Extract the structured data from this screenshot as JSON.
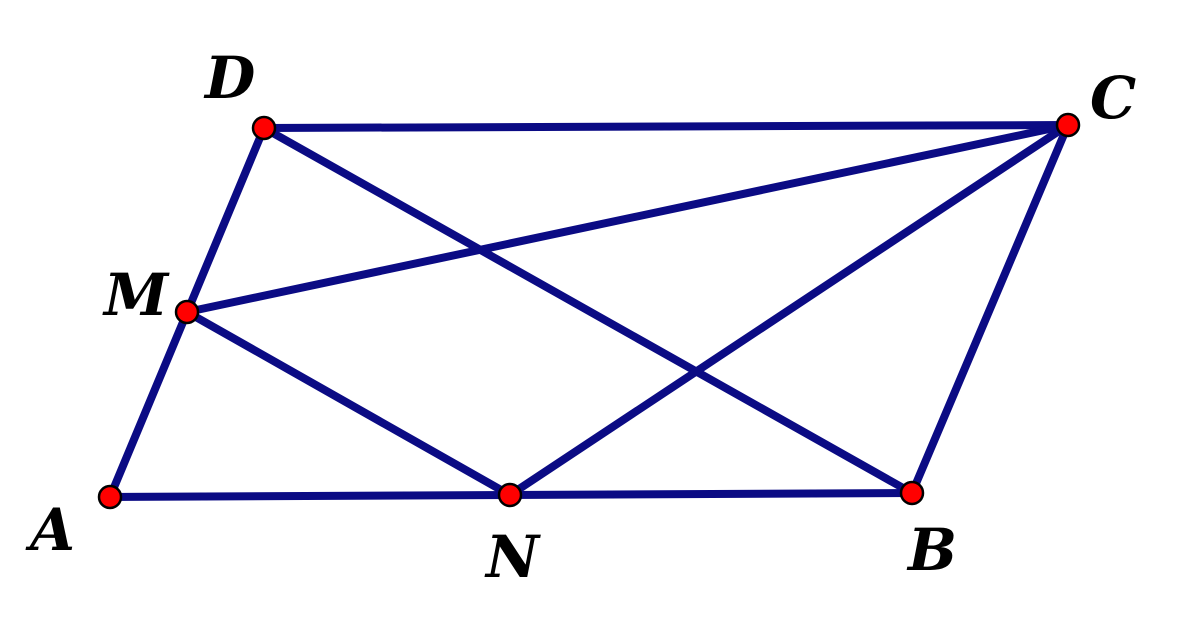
{
  "figure": {
    "line_color": "#0b0b84",
    "point_color": "#ff0000",
    "label_color": "#000000",
    "points": {
      "A": {
        "label": "A"
      },
      "B": {
        "label": "B"
      },
      "C": {
        "label": "C"
      },
      "D": {
        "label": "D"
      },
      "M": {
        "label": "M"
      },
      "N": {
        "label": "N"
      }
    },
    "segments": [
      [
        "A",
        "B"
      ],
      [
        "B",
        "C"
      ],
      [
        "C",
        "D"
      ],
      [
        "D",
        "A"
      ],
      [
        "D",
        "B"
      ],
      [
        "M",
        "C"
      ],
      [
        "N",
        "C"
      ],
      [
        "M",
        "N"
      ]
    ]
  }
}
